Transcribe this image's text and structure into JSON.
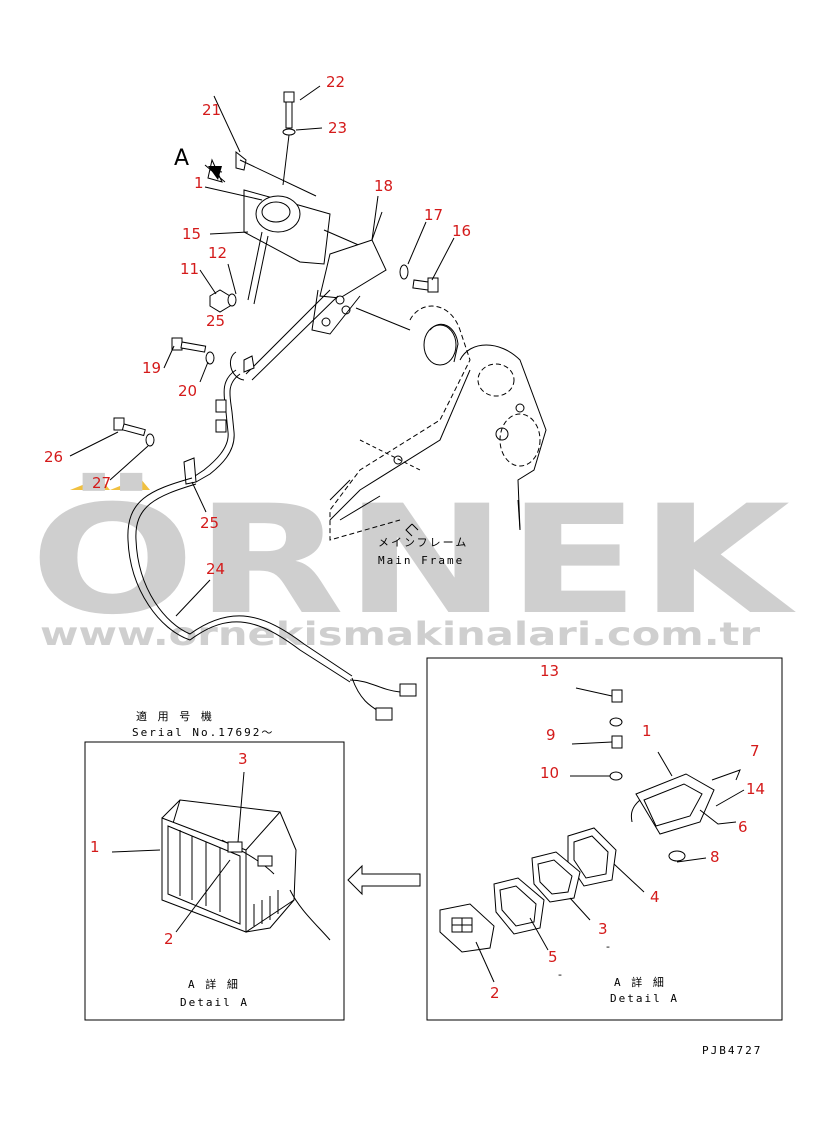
{
  "watermark": {
    "brand": "ÖRNEK",
    "url": "www.ornekismakinalari.com.tr",
    "color": "#cfcfcf",
    "accent": "#f0c040"
  },
  "view_label": "A",
  "main_frame": {
    "jp": "メインフレーム",
    "en": "Main Frame"
  },
  "applicable": {
    "jp": "適 用 号 機",
    "serial": "Serial No.17692～"
  },
  "detail_left": {
    "jp": "A 詳 細",
    "en": "Detail A"
  },
  "detail_right": {
    "jp": "A 詳 細",
    "en": "Detail A"
  },
  "drawing_code": "PJB4727",
  "callouts_main": [
    "1",
    "15",
    "12",
    "11",
    "25",
    "19",
    "20",
    "26",
    "27",
    "25",
    "24",
    "21",
    "22",
    "23",
    "18",
    "17",
    "16"
  ],
  "callouts_left": [
    "3",
    "1",
    "2"
  ],
  "callouts_right": [
    "13",
    "1",
    "9",
    "10",
    "7",
    "14",
    "6",
    "8",
    "4",
    "3",
    "5",
    "2"
  ],
  "label_color": "#d41a1a"
}
